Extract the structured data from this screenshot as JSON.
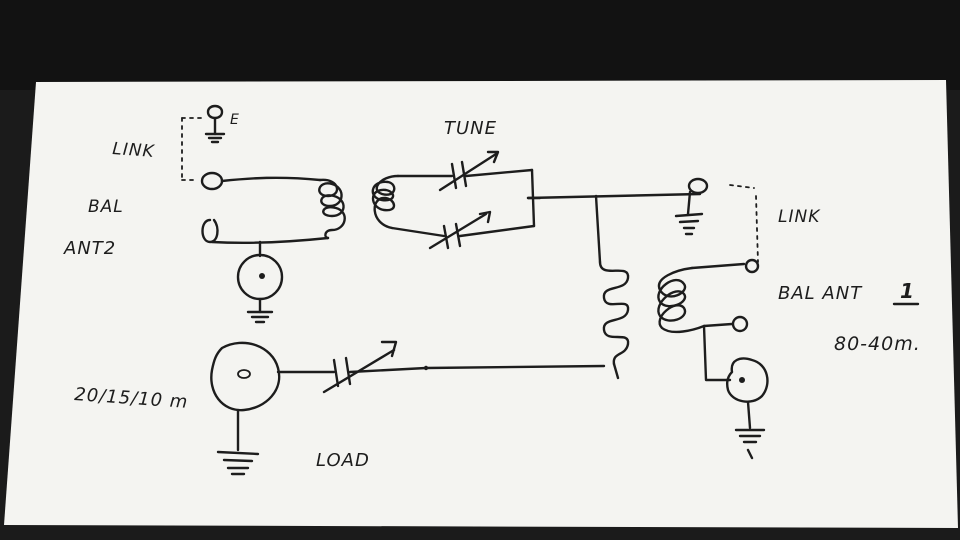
{
  "labels": {
    "link_left": "LINK",
    "earth_mark": "E",
    "bal_left": "BAL",
    "ant2": "ANT2",
    "tune": "TUNE",
    "link_right": "LINK",
    "bal_ant_1": "BAL ANT",
    "ant_number": "1",
    "band_80_40": "80-40m.",
    "band_20_15_10": "20/15/10 m",
    "load": "LOAD"
  },
  "colors": {
    "background": "#1b1b1b",
    "paper": "#f4f4f1",
    "ink": "#1d1d1d"
  }
}
